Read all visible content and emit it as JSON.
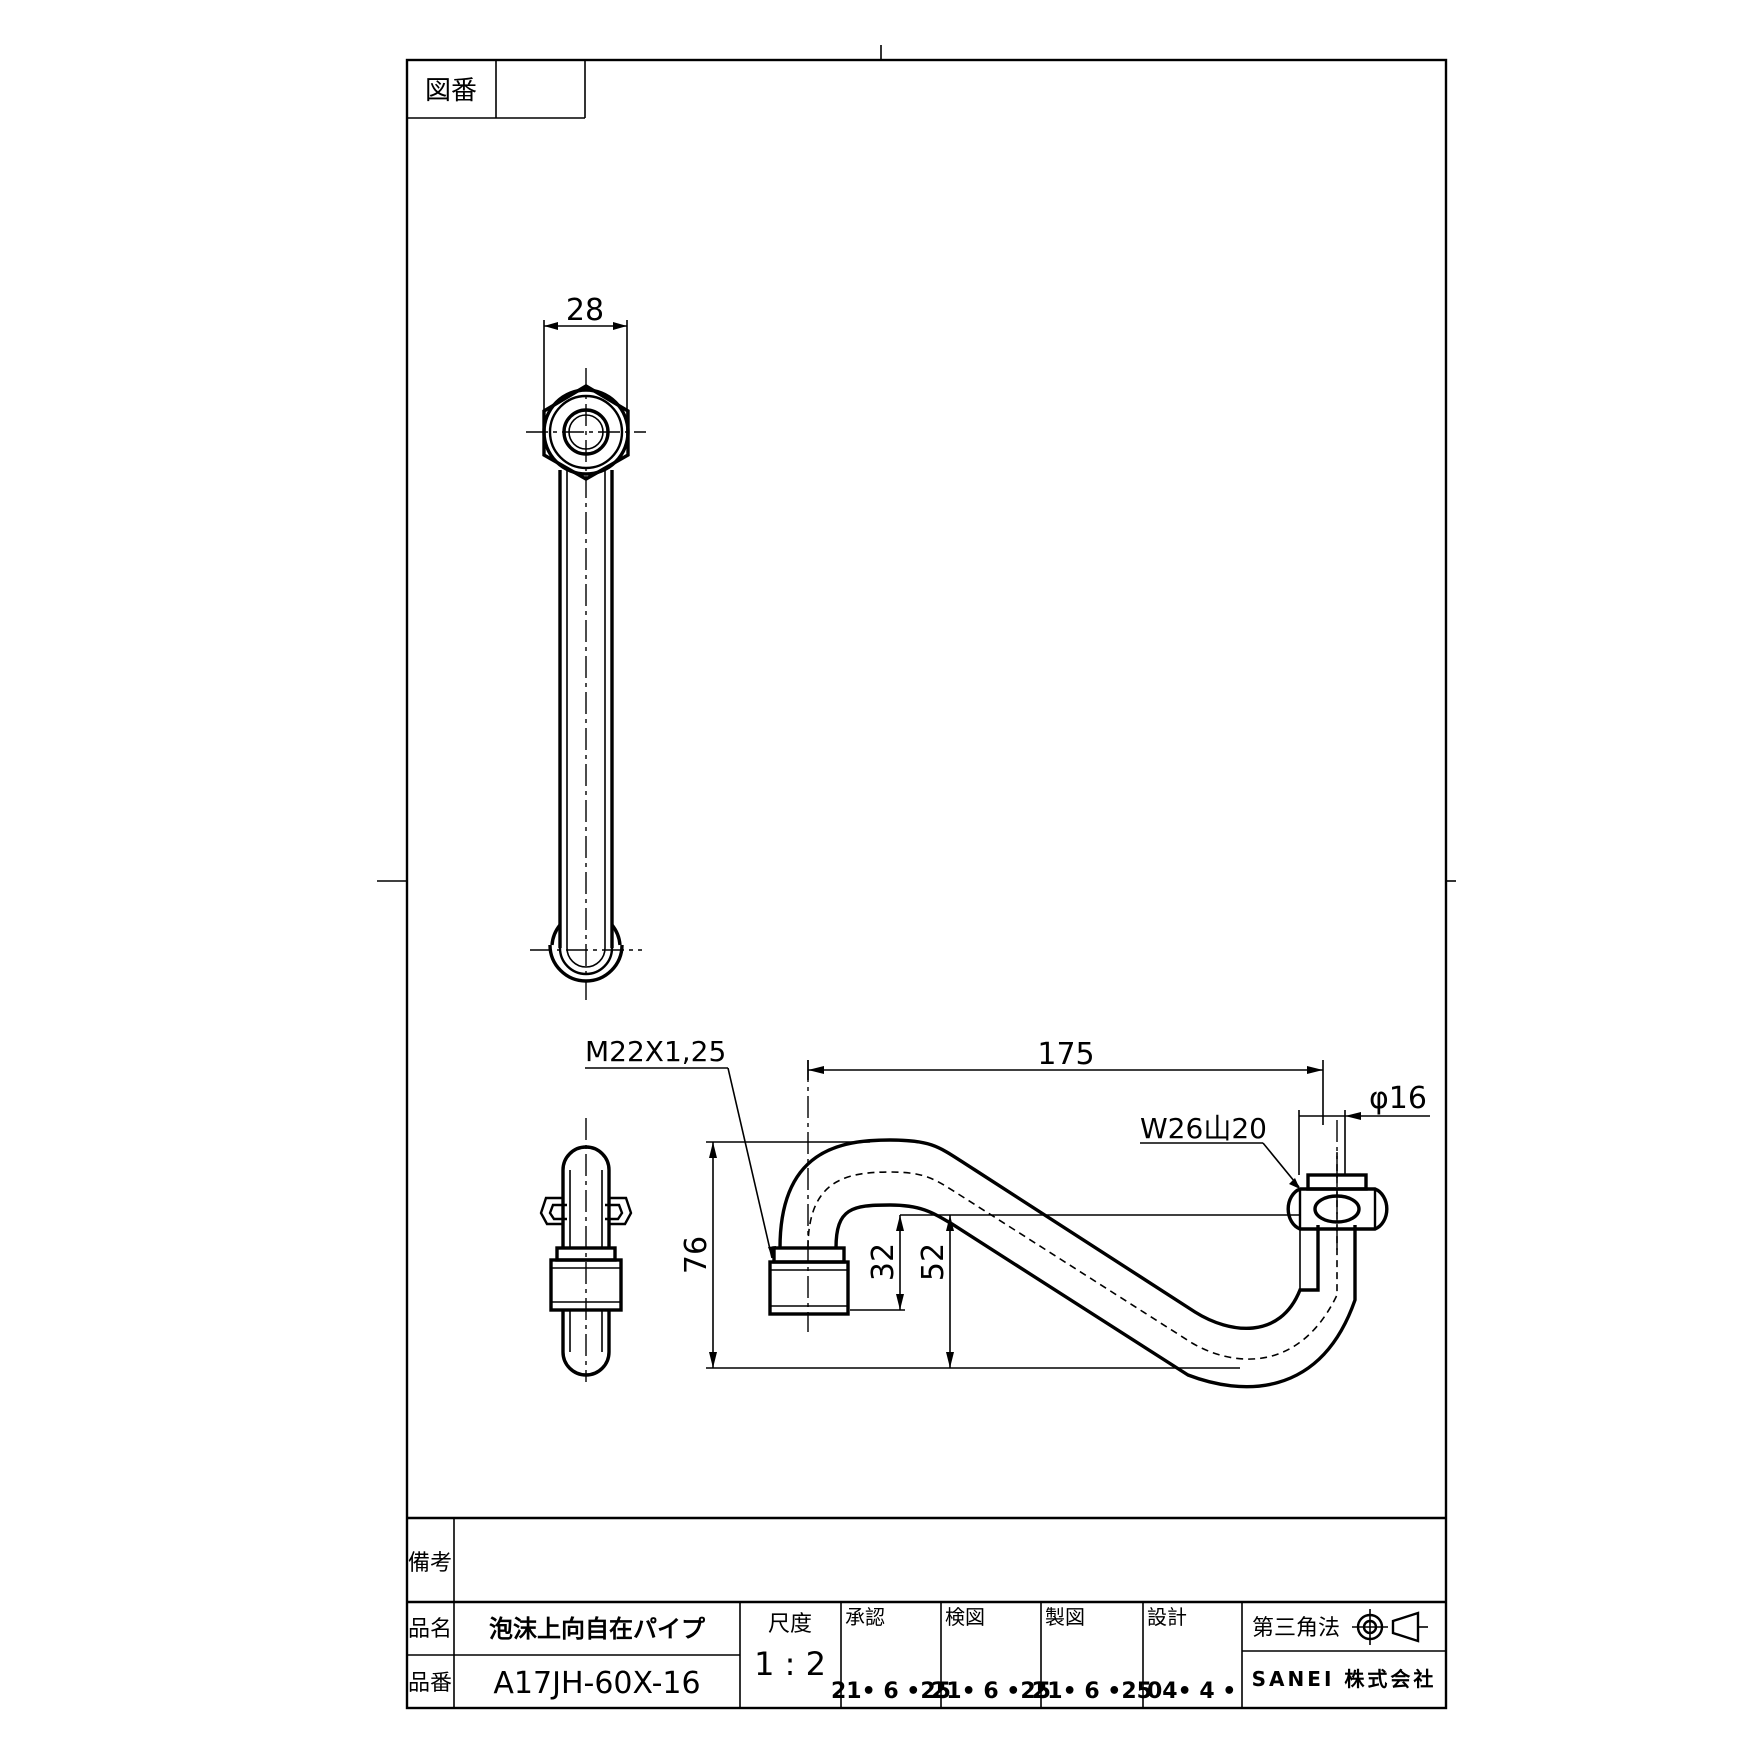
{
  "drawing": {
    "figure_number_label": "図番",
    "figure_number_value": "",
    "dimensions": {
      "hex_width": "28",
      "thread_spec": "M22X1,25",
      "length": "175",
      "diameter": "φ16",
      "connection_thread": "W26山20",
      "height_total": "76",
      "height_inner": "32",
      "height_mid": "52"
    }
  },
  "title_block": {
    "remarks_label": "備考",
    "remarks_value": "",
    "product_name_label": "品名",
    "product_name_value": "泡沫上向自在パイプ",
    "product_number_label": "品番",
    "product_number_value": "A17JH-60X-16",
    "scale_label": "尺度",
    "scale_value": "1 : 2",
    "approval": {
      "label": "承認",
      "date": "21• 6 •25"
    },
    "inspection": {
      "label": "検図",
      "date": "21• 6 •25"
    },
    "drafting": {
      "label": "製図",
      "date": "21• 6 •25"
    },
    "design": {
      "label": "設計",
      "date": "04• 4 •"
    },
    "projection_method": "第三角法",
    "company": "SANEI 株式会社"
  }
}
